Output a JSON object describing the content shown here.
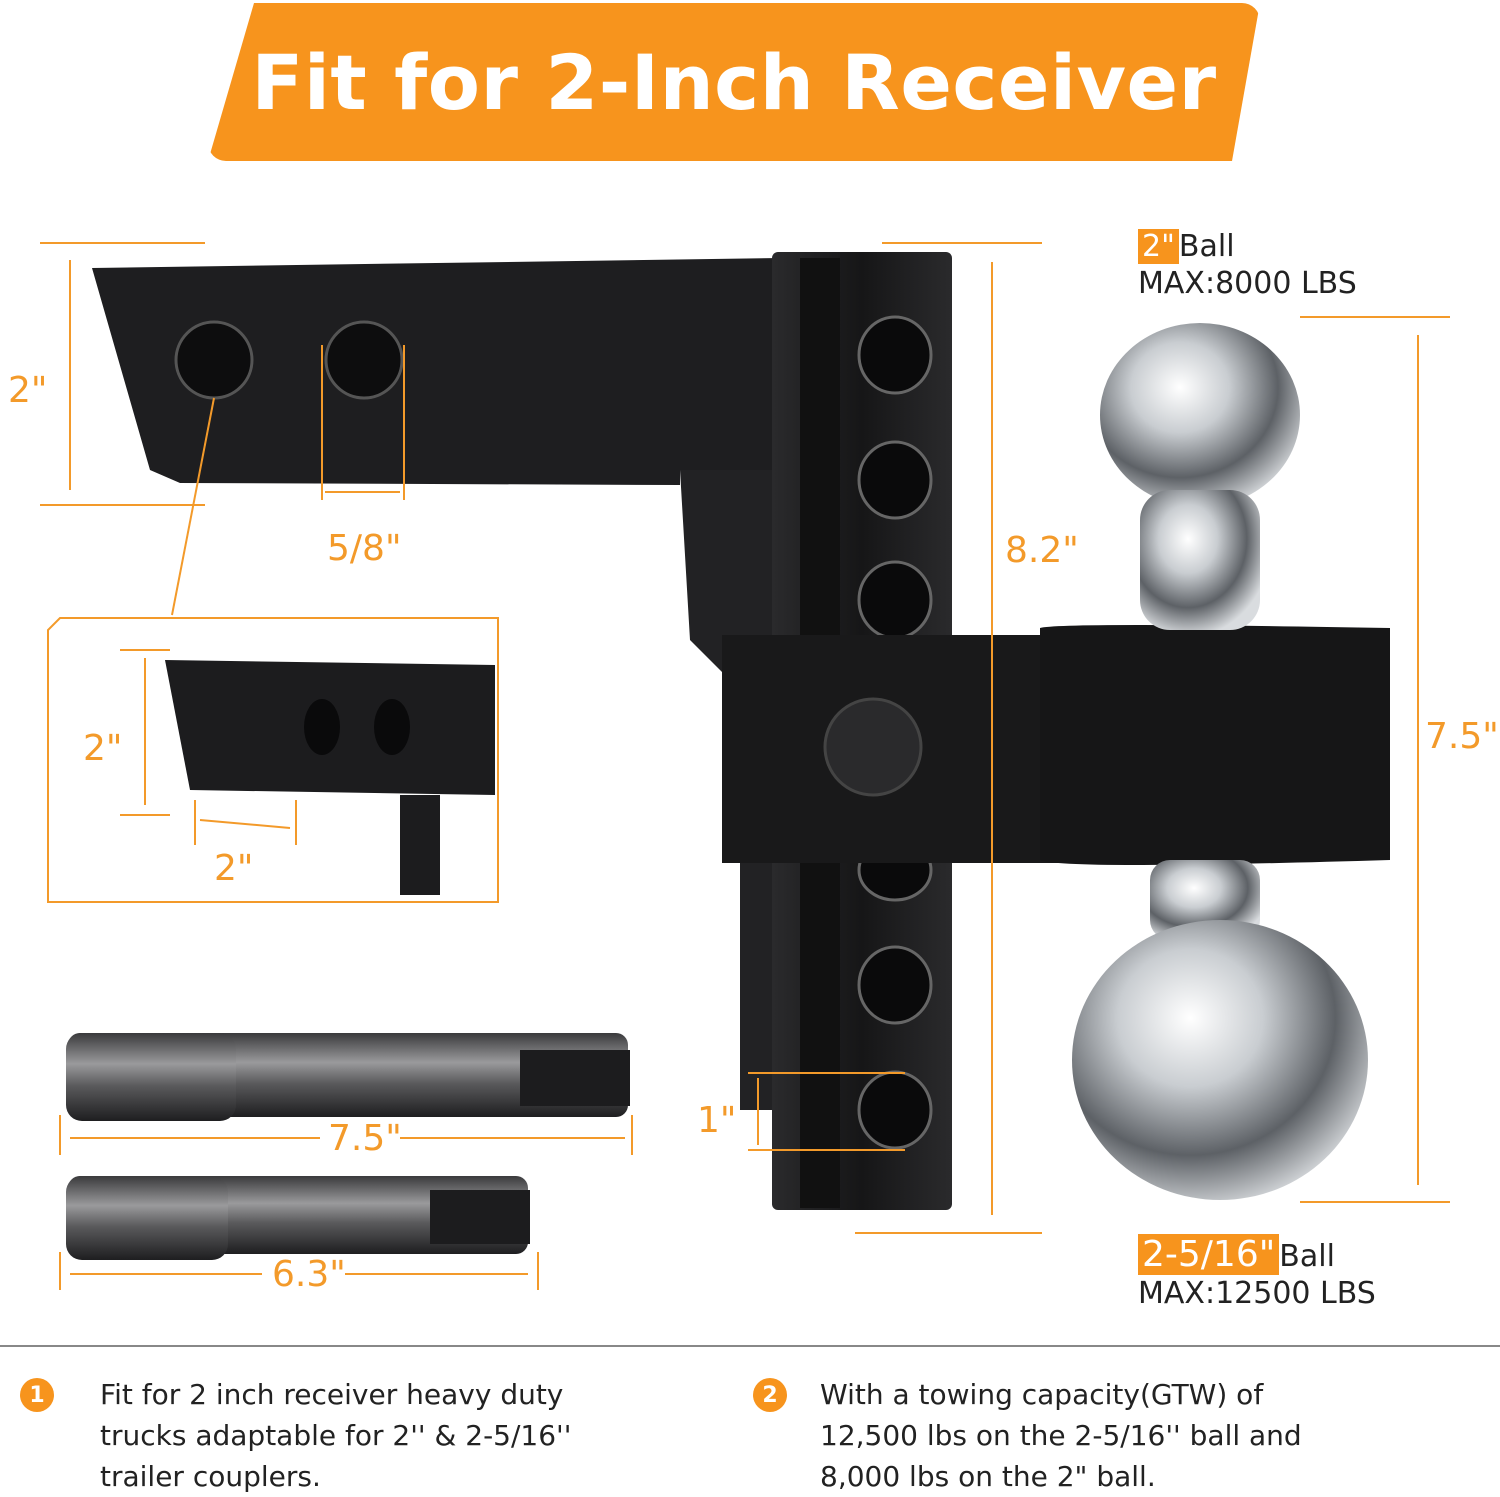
{
  "banner": {
    "title": "Fit for 2-Inch Receiver"
  },
  "dimensions": {
    "shank_height": "2\"",
    "hole_diameter": "5/8\"",
    "drop_length": "8.2\"",
    "ball_mount_height": "7.5\"",
    "hole_spacing": "1\"",
    "inset_height": "2\"",
    "inset_width": "2\"",
    "pin_long": "7.5\"",
    "pin_short": "6.3\""
  },
  "balls": {
    "top": {
      "size": "2\"",
      "word": "Ball",
      "max": "MAX:8000 LBS"
    },
    "bottom": {
      "size": "2-5/16\"",
      "word": "Ball",
      "max": "MAX:12500 LBS"
    }
  },
  "features": [
    {
      "number": "1",
      "lines": [
        "Fit for 2 inch receiver heavy duty",
        "trucks adaptable for 2'' & 2-5/16''",
        "trailer couplers."
      ]
    },
    {
      "number": "2",
      "lines": [
        "With a towing capacity(GTW) of",
        "12,500 lbs on the 2-5/16'' ball and",
        "8,000 lbs on the 2\" ball."
      ]
    }
  ],
  "colors": {
    "accent": "#f7941d",
    "metal_dark": "#1c1c1e",
    "chrome": "#c9cdd1"
  }
}
